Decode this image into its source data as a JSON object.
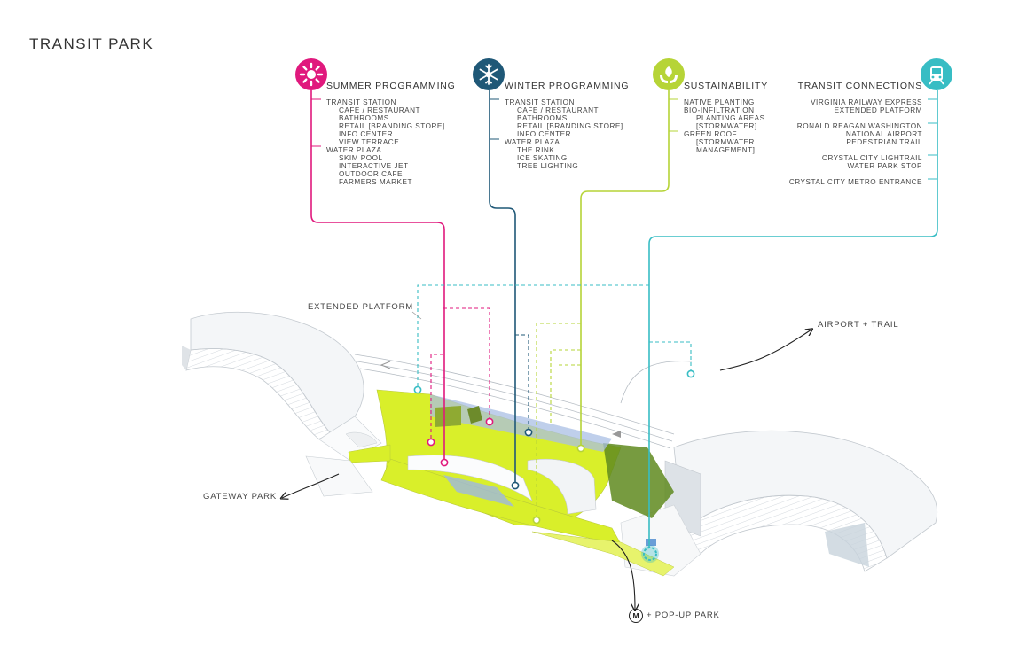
{
  "title": "TRANSIT PARK",
  "colors": {
    "summer": "#e0197d",
    "winter": "#1f5877",
    "sustainability": "#b6d437",
    "transit": "#38bdc4",
    "green_fill": "#d9ef2a",
    "dark_green": "#5f8a1e"
  },
  "columns": {
    "summer": {
      "heading": "SUMMER PROGRAMMING",
      "icon": "sun-icon",
      "items": [
        {
          "text": "TRANSIT STATION",
          "indent": 0
        },
        {
          "text": "CAFE / RESTAURANT",
          "indent": 1
        },
        {
          "text": "BATHROOMS",
          "indent": 1
        },
        {
          "text": "RETAIL [BRANDING STORE]",
          "indent": 1
        },
        {
          "text": "INFO CENTER",
          "indent": 1
        },
        {
          "text": "VIEW TERRACE",
          "indent": 1
        },
        {
          "text": "WATER PLAZA",
          "indent": 0
        },
        {
          "text": "SKIM POOL",
          "indent": 1
        },
        {
          "text": "INTERACTIVE JET",
          "indent": 1
        },
        {
          "text": "OUTDOOR CAFE",
          "indent": 1
        },
        {
          "text": "FARMERS MARKET",
          "indent": 1
        }
      ]
    },
    "winter": {
      "heading": "WINTER PROGRAMMING",
      "icon": "snowflake-icon",
      "items": [
        {
          "text": "TRANSIT STATION",
          "indent": 0
        },
        {
          "text": "CAFE / RESTAURANT",
          "indent": 1
        },
        {
          "text": "BATHROOMS",
          "indent": 1
        },
        {
          "text": "RETAIL [BRANDING STORE]",
          "indent": 1
        },
        {
          "text": "INFO CENTER",
          "indent": 1
        },
        {
          "text": "WATER PLAZA",
          "indent": 0
        },
        {
          "text": "THE RINK",
          "indent": 1
        },
        {
          "text": "ICE SKATING",
          "indent": 1
        },
        {
          "text": "TREE LIGHTING",
          "indent": 1
        }
      ]
    },
    "sustainability": {
      "heading": "SUSTAINABILITY",
      "icon": "leaf-hands-icon",
      "items": [
        {
          "text": "NATIVE PLANTING",
          "indent": 0
        },
        {
          "text": "BIO-INFILTRATION",
          "indent": 0
        },
        {
          "text": "PLANTING AREAS",
          "indent": 1
        },
        {
          "text": "[STORMWATER]",
          "indent": 1
        },
        {
          "text": "GREEN ROOF",
          "indent": 0
        },
        {
          "text": "[STORMWATER",
          "indent": 1
        },
        {
          "text": "MANAGEMENT]",
          "indent": 1
        }
      ]
    },
    "transit": {
      "heading": "TRANSIT CONNECTIONS",
      "icon": "train-icon",
      "items": [
        {
          "text": "VIRGINIA RAILWAY EXPRESS",
          "gap": false
        },
        {
          "text": "EXTENDED PLATFORM",
          "gap": false
        },
        {
          "text": "RONALD REAGAN WASHINGTON",
          "gap": true
        },
        {
          "text": "NATIONAL AIRPORT",
          "gap": false
        },
        {
          "text": "PEDESTRIAN TRAIL",
          "gap": false
        },
        {
          "text": "CRYSTAL CITY LIGHTRAIL",
          "gap": true
        },
        {
          "text": "WATER PARK STOP",
          "gap": false
        },
        {
          "text": "CRYSTAL CITY METRO ENTRANCE",
          "gap": true
        }
      ]
    }
  },
  "callouts": {
    "extended_platform": "EXTENDED PLATFORM",
    "airport_trail": "AIRPORT + TRAIL",
    "gateway_park": "GATEWAY PARK",
    "metro_symbol": "M",
    "popup_park": "+ POP-UP PARK"
  }
}
